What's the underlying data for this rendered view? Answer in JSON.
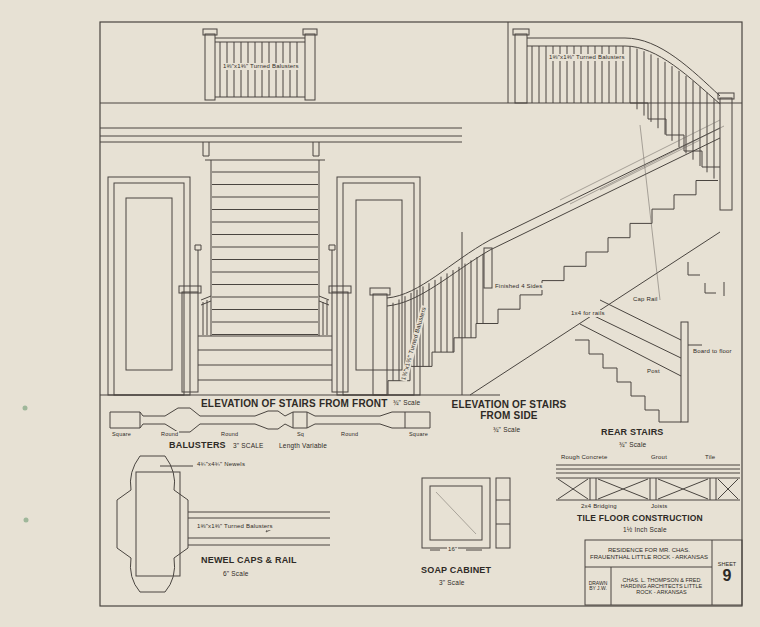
{
  "diagram": {
    "nodes": [
      {
        "text": [
          "RESIDENCE FOR MR. CHAS. FRAUENTHAL LITTLE ROCK - ARKANSAS"
        ]
      },
      {
        "text": [
          "DRAWN BY J.W."
        ]
      },
      {
        "text": [
          "CHAS. L. THOMPSON & FRED HARDING ARCHITECTS LITTLE ROCK - ARKANSAS"
        ]
      },
      {
        "text": [
          "SHEET",
          "9"
        ]
      }
    ],
    "labels": [
      "1⅜\"x1⅜\" Turned Balusters",
      "1⅜\"x1⅜\" Turned Balusters",
      "ELEVATION OF STAIRS FROM FRONT",
      "¾\" Scale",
      "ELEVATION OF STAIRS FROM SIDE",
      "¾\" Scale",
      "1⅜\"x1⅜\" Turned Balusters",
      "Finished 4 Sides",
      "BALUSTERS",
      "3\" SCALE",
      "Length Variable",
      "Square",
      "Round",
      "Round",
      "Sq",
      "Round",
      "Square",
      "4¾\"x4¾\" Newels",
      "1⅜\"x1⅜\" Turned Balusters",
      "NEWEL CAPS & RAIL",
      "6\" Scale",
      "SOAP CABINET",
      "3\" Scale",
      "16\"",
      "REAR STAIRS",
      "¾\" Scale",
      "Rough Concrete",
      "Grout",
      "Tile",
      "2x4 Bridging",
      "Joists",
      "TILE FLOOR CONSTRUCTION",
      "1½ Inch Scale",
      "Cap Rail",
      "1x4 for rails",
      "Board to floor",
      "Post"
    ]
  }
}
